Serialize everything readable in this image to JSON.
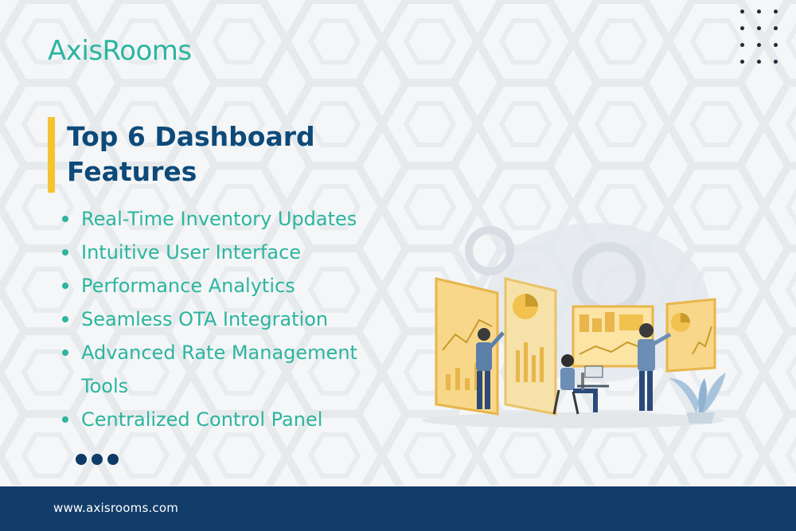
{
  "brand": {
    "logo_text": "AxisRooms",
    "accent_color": "#2cb5a0",
    "highlight_color": "#f4c430",
    "navy_color": "#123d6a"
  },
  "heading": {
    "title": "Top 6 Dashboard Features"
  },
  "features": [
    "Real-Time Inventory Updates",
    "Intuitive User Interface",
    "Performance Analytics",
    "Seamless OTA Integration",
    "Advanced Rate Management Tools",
    "Centralized Control Panel"
  ],
  "decorations": {
    "top_right": "dot-grid-icon",
    "below_list": "more-dots-icon",
    "illustration": "dashboard-team-illustration"
  },
  "footer": {
    "url": "www.axisrooms.com"
  }
}
